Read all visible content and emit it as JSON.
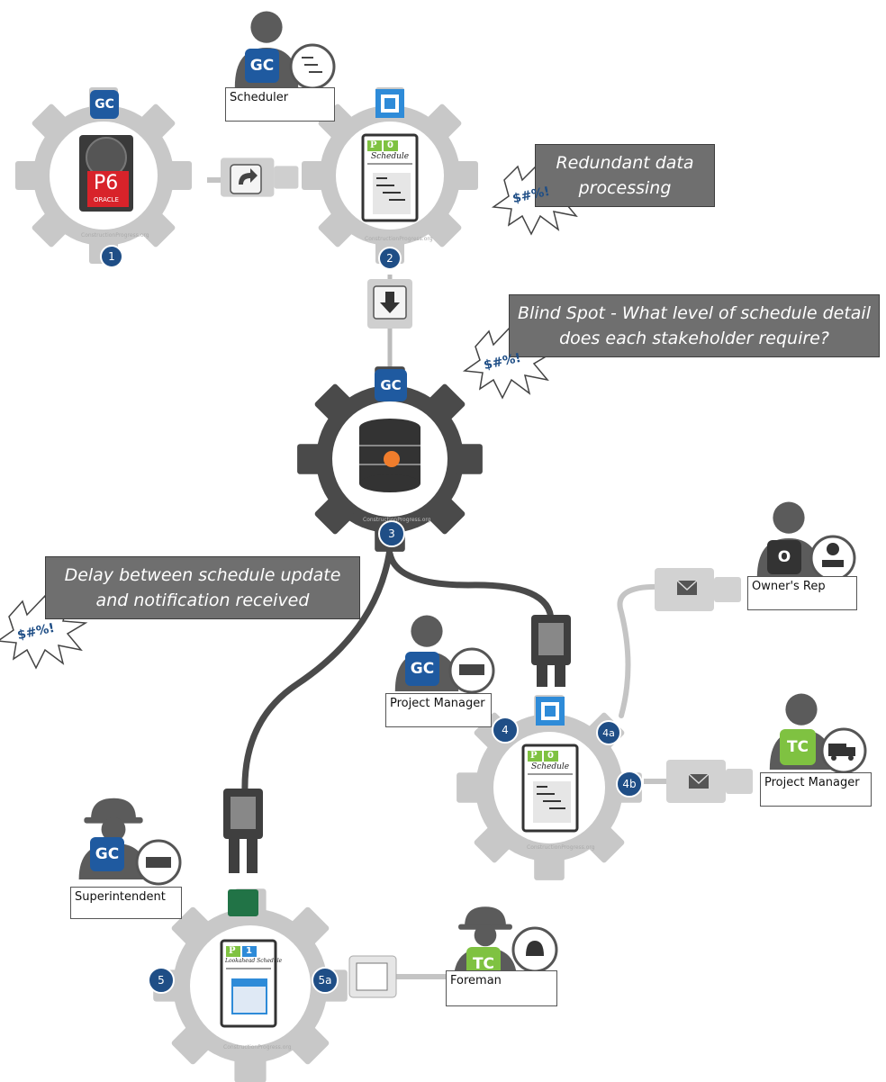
{
  "callouts": {
    "redundant": {
      "line1": "Redundant data",
      "line2": "processing"
    },
    "blind": {
      "line1": "Blind Spot - What level of schedule detail",
      "line2": "does each stakeholder require?"
    },
    "delay": {
      "line1": "Delay between schedule update",
      "line2": "and notification received"
    }
  },
  "swear": "$#%!",
  "roles": {
    "gc": "GC",
    "tc": "TC",
    "owner": "O"
  },
  "people": {
    "scheduler": "Scheduler",
    "owners_rep": "Owner's Rep",
    "gc_pm": "Project Manager",
    "tc_pm": "Project Manager",
    "superintendent": "Superintendent",
    "foreman": "Foreman"
  },
  "steps": {
    "s1": "1",
    "s2": "2",
    "s3": "3",
    "s4": "4",
    "s4a": "4a",
    "s4b": "4b",
    "s5": "5",
    "s5a": "5a"
  },
  "docs": {
    "schedule": "Schedule",
    "lookahead": "Lookahead Schedule",
    "p6": "P6",
    "oracle": "ORACLE",
    "p": "P",
    "zero": "0",
    "one": "1"
  },
  "watermark": "ConstructionProgress.org",
  "colors": {
    "gear_light": "#c8c8c8",
    "gear_dark": "#4a4a4a",
    "gc_blue": "#1f5aa0",
    "tc_green": "#7fc241",
    "callout_gray": "#6f6f6f",
    "step_badge": "#1f4e86",
    "p6_red": "#d8232a",
    "msproject_green": "#217346"
  }
}
